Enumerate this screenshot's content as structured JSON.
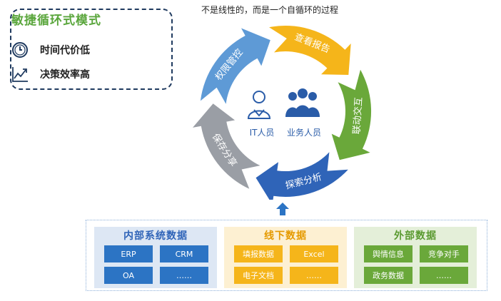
{
  "caption": "不是线性的，而是一个自循环的过程",
  "legend": {
    "title": "敏捷循环式模式",
    "items": [
      {
        "icon": "clock-icon",
        "label": "时间代价低"
      },
      {
        "icon": "trend-chart-icon",
        "label": "决策效率高"
      }
    ]
  },
  "cycle": {
    "segments": [
      {
        "label": "查看报告",
        "color": "#f5b51a"
      },
      {
        "label": "联动交互",
        "color": "#6aa83a"
      },
      {
        "label": "探索分析",
        "color": "#2f64b8"
      },
      {
        "label": "保存分享",
        "color": "#9a9ea5"
      },
      {
        "label": "权限管控",
        "color": "#5e9ad6"
      }
    ],
    "roles": [
      {
        "icon": "it-person-icon",
        "label": "IT人员"
      },
      {
        "icon": "business-people-icon",
        "label": "业务人员"
      }
    ]
  },
  "sources": [
    {
      "title": "内部系统数据",
      "title_color": "#2f64b8",
      "bg": "#dde7f4",
      "chip_color": "#2c74c4",
      "chips": [
        "ERP",
        "CRM",
        "OA",
        "……"
      ]
    },
    {
      "title": "线下数据",
      "title_color": "#e59a00",
      "bg": "#fdf0d2",
      "chip_color": "#f5b51a",
      "chips": [
        "填报数据",
        "Excel",
        "电子文档",
        "……"
      ]
    },
    {
      "title": "外部数据",
      "title_color": "#5a9a30",
      "bg": "#e4efd9",
      "chip_color": "#6aa83a",
      "chips": [
        "舆情信息",
        "竞争对手",
        "政务数据",
        "……"
      ]
    }
  ]
}
